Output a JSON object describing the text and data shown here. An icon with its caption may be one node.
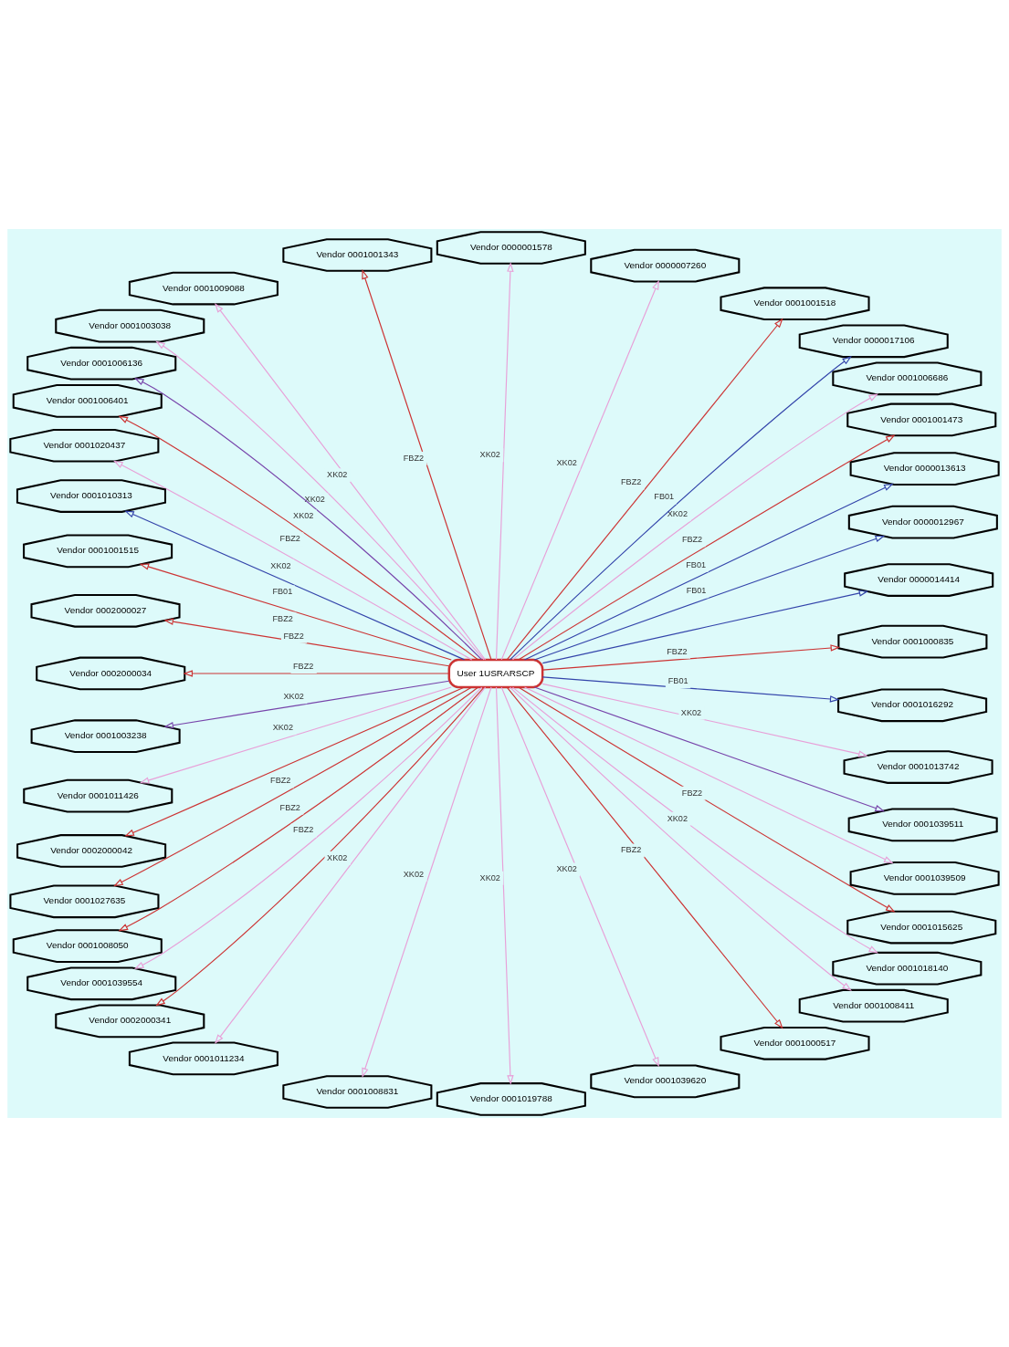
{
  "diagram": {
    "nodes": [
      {
        "text": [
          "User 1USRARSCP"
        ]
      },
      {
        "text": [
          "Vendor 0001000835"
        ]
      },
      {
        "text": [
          "Vendor 0000014414"
        ]
      },
      {
        "text": [
          "Vendor 0000012967"
        ]
      },
      {
        "text": [
          "Vendor 0000013613"
        ]
      },
      {
        "text": [
          "Vendor 0001001473"
        ]
      },
      {
        "text": [
          "Vendor 0001006686"
        ]
      },
      {
        "text": [
          "Vendor 0000017106"
        ]
      },
      {
        "text": [
          "Vendor 0001001518"
        ]
      },
      {
        "text": [
          "Vendor 0000007260"
        ]
      },
      {
        "text": [
          "Vendor 0000001578"
        ]
      },
      {
        "text": [
          "Vendor 0001001343"
        ]
      },
      {
        "text": [
          "Vendor 0001009088"
        ]
      },
      {
        "text": [
          "Vendor 0001003038"
        ]
      },
      {
        "text": [
          "Vendor 0001006136"
        ]
      },
      {
        "text": [
          "Vendor 0001006401"
        ]
      },
      {
        "text": [
          "Vendor 0001020437"
        ]
      },
      {
        "text": [
          "Vendor 0001010313"
        ]
      },
      {
        "text": [
          "Vendor 0001001515"
        ]
      },
      {
        "text": [
          "Vendor 0002000027"
        ]
      },
      {
        "text": [
          "Vendor 0002000034"
        ]
      },
      {
        "text": [
          "Vendor 0001003238"
        ]
      },
      {
        "text": [
          "Vendor 0001011426"
        ]
      },
      {
        "text": [
          "Vendor 0002000042"
        ]
      },
      {
        "text": [
          "Vendor 0001027635"
        ]
      },
      {
        "text": [
          "Vendor 0001008050"
        ]
      },
      {
        "text": [
          "Vendor 0001039554"
        ]
      },
      {
        "text": [
          "Vendor 0002000341"
        ]
      },
      {
        "text": [
          "Vendor 0001011234"
        ]
      },
      {
        "text": [
          "Vendor 0001008831"
        ]
      },
      {
        "text": [
          "Vendor 0001019788"
        ]
      },
      {
        "text": [
          "Vendor 0001039620"
        ]
      },
      {
        "text": [
          "Vendor 0001000517"
        ]
      },
      {
        "text": [
          "Vendor 0001008411"
        ]
      },
      {
        "text": [
          "Vendor 0001018140"
        ]
      },
      {
        "text": [
          "Vendor 0001015625"
        ]
      },
      {
        "text": [
          "Vendor 0001039509"
        ]
      },
      {
        "text": [
          "Vendor 0001039511"
        ]
      },
      {
        "text": [
          "Vendor 0001013742"
        ]
      },
      {
        "text": [
          "Vendor 0001016292"
        ]
      }
    ],
    "edges": [
      {
        "from": 0,
        "to": 1,
        "arrow": "to",
        "label": "FBZ2",
        "color": "#cc3333"
      },
      {
        "from": 0,
        "to": 2,
        "arrow": "to",
        "color": "#3344aa"
      },
      {
        "from": 0,
        "to": 3,
        "arrow": "to",
        "label": "FB01",
        "color": "#3344aa"
      },
      {
        "from": 0,
        "to": 4,
        "arrow": "to",
        "label": "FB01",
        "color": "#3344aa"
      },
      {
        "from": 0,
        "to": 5,
        "arrow": "to",
        "label": "FBZ2",
        "color": "#cc3333"
      },
      {
        "from": 0,
        "to": 6,
        "arrow": "to",
        "label": "XK02"
      },
      {
        "from": 0,
        "to": 7,
        "arrow": "to",
        "label": "FB01",
        "color": "#3344aa"
      },
      {
        "from": 0,
        "to": 8,
        "arrow": "to",
        "label": "FBZ2",
        "color": "#cc3333"
      },
      {
        "from": 0,
        "to": 9,
        "arrow": "to",
        "label": "XK02"
      },
      {
        "from": 0,
        "to": 10,
        "arrow": "to",
        "label": "XK02"
      },
      {
        "from": 0,
        "to": 11,
        "arrow": "to",
        "label": "FBZ2",
        "color": "#cc3333"
      },
      {
        "from": 0,
        "to": 12,
        "arrow": "to",
        "label": "XK02"
      },
      {
        "from": 0,
        "to": 13,
        "arrow": "to",
        "label": "XK02"
      },
      {
        "from": 0,
        "to": 14,
        "arrow": "to",
        "label": "XK02",
        "color": "#7744aa"
      },
      {
        "from": 0,
        "to": 15,
        "arrow": "to",
        "label": "FBZ2",
        "color": "#cc3333"
      },
      {
        "from": 0,
        "to": 16,
        "arrow": "to",
        "label": "XK02"
      },
      {
        "from": 0,
        "to": 17,
        "arrow": "to",
        "label": "FB01",
        "color": "#3344aa"
      },
      {
        "from": 0,
        "to": 18,
        "arrow": "to",
        "label": "FBZ2",
        "color": "#cc3333"
      },
      {
        "from": 0,
        "to": 19,
        "arrow": "to",
        "label": "FBZ2",
        "color": "#cc3333"
      },
      {
        "from": 0,
        "to": 20,
        "arrow": "to",
        "label": "FBZ2",
        "color": "#cc3333"
      },
      {
        "from": 0,
        "to": 21,
        "arrow": "to",
        "label": "XK02",
        "color": "#7744aa"
      },
      {
        "from": 0,
        "to": 22,
        "arrow": "to",
        "label": "XK02"
      },
      {
        "from": 0,
        "to": 23,
        "arrow": "to",
        "color": "#cc3333"
      },
      {
        "from": 0,
        "to": 24,
        "arrow": "to",
        "label": "FBZ2",
        "color": "#cc3333"
      },
      {
        "from": 0,
        "to": 25,
        "arrow": "to",
        "label": "FBZ2",
        "color": "#cc3333"
      },
      {
        "from": 0,
        "to": 26,
        "arrow": "to",
        "label": "FBZ2"
      },
      {
        "from": 0,
        "to": 27,
        "arrow": "to",
        "color": "#cc3333"
      },
      {
        "from": 0,
        "to": 28,
        "arrow": "to",
        "label": "XK02"
      },
      {
        "from": 0,
        "to": 29,
        "arrow": "to",
        "label": "XK02"
      },
      {
        "from": 0,
        "to": 30,
        "arrow": "to",
        "label": "XK02"
      },
      {
        "from": 0,
        "to": 31,
        "arrow": "to",
        "label": "XK02"
      },
      {
        "from": 0,
        "to": 32,
        "arrow": "to",
        "label": "FBZ2",
        "color": "#cc3333"
      },
      {
        "from": 0,
        "to": 33,
        "arrow": "to"
      },
      {
        "from": 0,
        "to": 34,
        "arrow": "to",
        "label": "XK02"
      },
      {
        "from": 0,
        "to": 35,
        "arrow": "to",
        "label": "FBZ2",
        "color": "#cc3333"
      },
      {
        "from": 0,
        "to": 36,
        "arrow": "to"
      },
      {
        "from": 0,
        "to": 37,
        "arrow": "to",
        "color": "#7744aa"
      },
      {
        "from": 0,
        "to": 38,
        "arrow": "to",
        "label": "XK02"
      },
      {
        "from": 0,
        "to": 39,
        "arrow": "to",
        "label": "FB01",
        "color": "#3344aa"
      }
    ]
  }
}
